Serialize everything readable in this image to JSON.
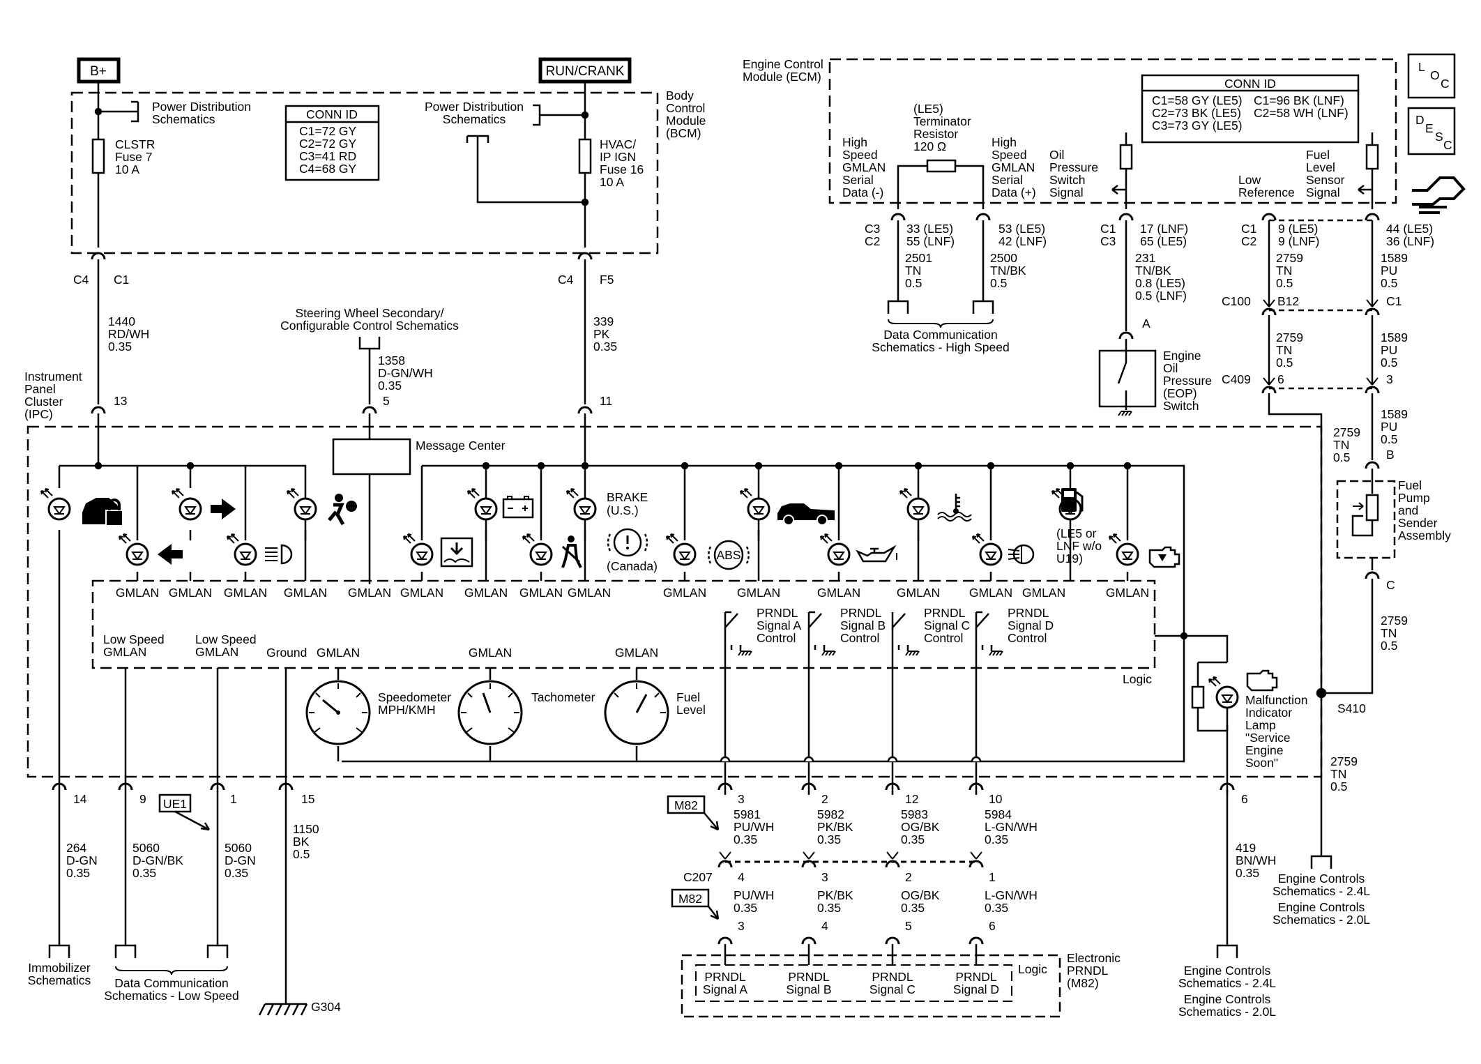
{
  "blocks": {
    "bplus": "B+",
    "runcrank": "RUN/CRANK"
  },
  "bcm": {
    "name": [
      "Body",
      "Control",
      "Module",
      "(BCM)"
    ],
    "pds1": [
      "Power Distribution",
      "Schematics"
    ],
    "pds2": [
      "Power Distribution",
      "Schematics"
    ],
    "conn_title": "CONN ID",
    "conn": [
      "C1=72 GY",
      "C2=72 GY",
      "C3=41 RD",
      "C4=68 GY"
    ],
    "fuse1": [
      "CLSTR",
      "Fuse 7",
      "10 A"
    ],
    "fuse2": [
      "HVAC/",
      "IP IGN",
      "Fuse 16",
      "10 A"
    ],
    "c4a": "C4",
    "c1": "C1",
    "c4b": "C4",
    "f5": "F5"
  },
  "w1440": [
    "1440",
    "RD/WH",
    "0.35"
  ],
  "w339": [
    "339",
    "PK",
    "0.35"
  ],
  "steer": [
    "Steering Wheel Secondary/",
    "Configurable Control Schematics"
  ],
  "w1358": [
    "1358",
    "D-GN/WH",
    "0.35"
  ],
  "ipc": {
    "name": [
      "Instrument",
      "Panel",
      "Cluster",
      "(IPC)"
    ],
    "pin13": "13",
    "pin5": "5",
    "pin11": "11",
    "msgcenter": "Message Center",
    "brake": [
      "BRAKE",
      "(U.S.)"
    ],
    "canada": "(Canada)",
    "le5": [
      "(LE5 or",
      "LNF w/o",
      "U19)"
    ],
    "gmlan": "GMLAN",
    "lowspeed": [
      "Low Speed",
      "GMLAN"
    ],
    "ground": "Ground",
    "speedo": [
      "Speedometer",
      "MPH/KMH"
    ],
    "tach": "Tachometer",
    "fuel": [
      "Fuel",
      "Level"
    ],
    "logic": "Logic",
    "prndl_ctrl": [
      [
        "PRNDL",
        "Signal A",
        "Control"
      ],
      [
        "PRNDL",
        "Signal B",
        "Control"
      ],
      [
        "PRNDL",
        "Signal C",
        "Control"
      ],
      [
        "PRNDL",
        "Signal D",
        "Control"
      ]
    ],
    "mil": [
      "Malfunction",
      "Indicator",
      "Lamp",
      "\"Service",
      "Engine",
      "Soon\""
    ]
  },
  "bottom_left": {
    "pins": [
      "14",
      "9",
      "1",
      "15"
    ],
    "ue1": "UE1",
    "w264": [
      "264",
      "D-GN",
      "0.35"
    ],
    "w5060a": [
      "5060",
      "D-GN/BK",
      "0.35"
    ],
    "w5060b": [
      "5060",
      "D-GN",
      "0.35"
    ],
    "w1150": [
      "1150",
      "BK",
      "0.5"
    ],
    "immob": [
      "Immobilizer",
      "Schematics"
    ],
    "datacomm": [
      "Data Communication",
      "Schematics - Low Speed"
    ],
    "g304": "G304"
  },
  "prndl": {
    "m82": "M82",
    "c207": "C207",
    "pins_top": [
      "3",
      "2",
      "12",
      "10"
    ],
    "wires": [
      [
        "5981",
        "PU/WH",
        "0.35"
      ],
      [
        "5982",
        "PK/BK",
        "0.35"
      ],
      [
        "5983",
        "OG/BK",
        "0.35"
      ],
      [
        "5984",
        "L-GN/WH",
        "0.35"
      ]
    ],
    "pins_mid": [
      "4",
      "3",
      "2",
      "1"
    ],
    "wires2": [
      [
        "PU/WH",
        "0.35"
      ],
      [
        "PK/BK",
        "0.35"
      ],
      [
        "OG/BK",
        "0.35"
      ],
      [
        "L-GN/WH",
        "0.35"
      ]
    ],
    "pins_bot": [
      "3",
      "4",
      "5",
      "6"
    ],
    "signals": [
      [
        "PRNDL",
        "Signal A"
      ],
      [
        "PRNDL",
        "Signal B"
      ],
      [
        "PRNDL",
        "Signal C"
      ],
      [
        "PRNDL",
        "Signal D"
      ]
    ],
    "logic": "Logic",
    "name": [
      "Electronic",
      "PRNDL",
      "(M82)"
    ]
  },
  "mil_wire": {
    "pin": "6",
    "w": [
      "419",
      "BN/WH",
      "0.35"
    ],
    "sch": [
      "Engine Controls",
      "Schematics - 2.4L",
      "Engine Controls",
      "Schematics - 2.0L"
    ]
  },
  "ecm": {
    "name": [
      "Engine Control",
      "Module (ECM)"
    ],
    "conn_title": "CONN ID",
    "conn": [
      "C1=58 GY (LE5)",
      "C2=73 BK (LE5)",
      "C3=73 GY (LE5)",
      "C1=96 BK (LNF)",
      "C2=58 WH (LNF)"
    ],
    "term": [
      "(LE5)",
      "Terminator",
      "Resistor",
      "120 Ω"
    ],
    "hs_minus": [
      "High",
      "Speed",
      "GMLAN",
      "Serial",
      "Data (-)"
    ],
    "hs_plus": [
      "High",
      "Speed",
      "GMLAN",
      "Serial",
      "Data (+)"
    ],
    "oil": [
      "Oil",
      "Pressure",
      "Switch",
      "Signal"
    ],
    "lowref": [
      "Low",
      "Reference"
    ],
    "fuelsig": [
      "Fuel",
      "Level",
      "Sensor",
      "Signal"
    ],
    "loc": [
      "L",
      "O",
      "C"
    ],
    "desc": [
      "D",
      "E",
      "S",
      "C"
    ]
  },
  "ecm_wires": {
    "c3c2": [
      "C3",
      "C2"
    ],
    "p33": [
      "33 (LE5)",
      "55 (LNF)"
    ],
    "p53": [
      "53 (LE5)",
      "42 (LNF)"
    ],
    "w2501": [
      "2501",
      "TN",
      "0.5"
    ],
    "w2500": [
      "2500",
      "TN/BK",
      "0.5"
    ],
    "hs_sch": [
      "Data Communication",
      "Schematics - High Speed"
    ],
    "c1c3": [
      "C1",
      "C3"
    ],
    "p17": [
      "17 (LNF)",
      "65 (LE5)"
    ],
    "w231": [
      "231",
      "TN/BK",
      "0.8 (LE5)",
      "0.5 (LNF)"
    ],
    "pinA": "A",
    "eop": [
      "Engine",
      "Oil",
      "Pressure",
      "(EOP)",
      "Switch"
    ],
    "c1c2": [
      "C1",
      "C2"
    ],
    "p9": [
      "9 (LE5)",
      "9 (LNF)"
    ],
    "p44": [
      "44 (LE5)",
      "36 (LNF)"
    ],
    "w2759": [
      "2759",
      "TN",
      "0.5"
    ],
    "w1589": [
      "1589",
      "PU",
      "0.5"
    ],
    "c100": "C100",
    "b12": "B12",
    "c1": "C1",
    "c409": "C409",
    "p6": "6",
    "p3": "3",
    "pinB": "B",
    "pinC": "C",
    "pump": [
      "Fuel",
      "Pump",
      "and",
      "Sender",
      "Assembly"
    ],
    "s410": "S410",
    "eng_sch": [
      "Engine Controls",
      "Schematics - 2.4L",
      "Engine Controls",
      "Schematics - 2.0L"
    ]
  }
}
